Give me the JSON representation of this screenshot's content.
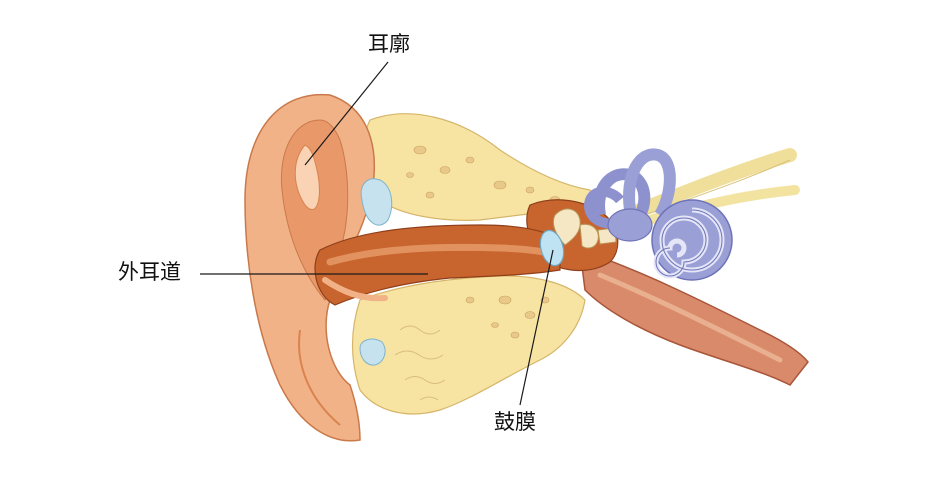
{
  "labels": {
    "auricle": "耳廓",
    "ear_canal": "外耳道",
    "eardrum": "鼓膜"
  },
  "colors": {
    "skin": "#f2b287",
    "skin_dark": "#d9834f",
    "skin_light": "#f9d3b3",
    "canal": "#c8642e",
    "bone": "#f7e4a3",
    "bone_light": "#fbf0cd",
    "tube": "#d98a6a",
    "inner_ear": "#9a9fd6",
    "inner_ear_dark": "#6e73b8",
    "nerve": "#f3e3a0",
    "eardrum": "#bfe3f2",
    "cartilage": "#c5e2ee",
    "leader_line": "#1a1a1a"
  }
}
